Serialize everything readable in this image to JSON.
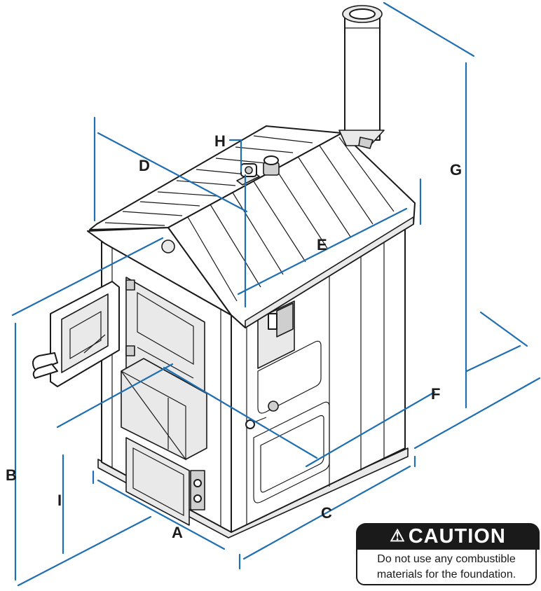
{
  "diagram": {
    "dimension_labels": [
      "A",
      "B",
      "C",
      "D",
      "E",
      "F",
      "G",
      "H",
      "I"
    ]
  },
  "caution": {
    "icon": "warning-triangle-icon",
    "title": "CAUTION",
    "line1": "Do not use any combustible",
    "line2": "materials for the foundation."
  },
  "colors": {
    "dimension_lines": "#1f6fb2",
    "outline": "#1a1a1a",
    "caution_header": "#1a1a1a"
  }
}
